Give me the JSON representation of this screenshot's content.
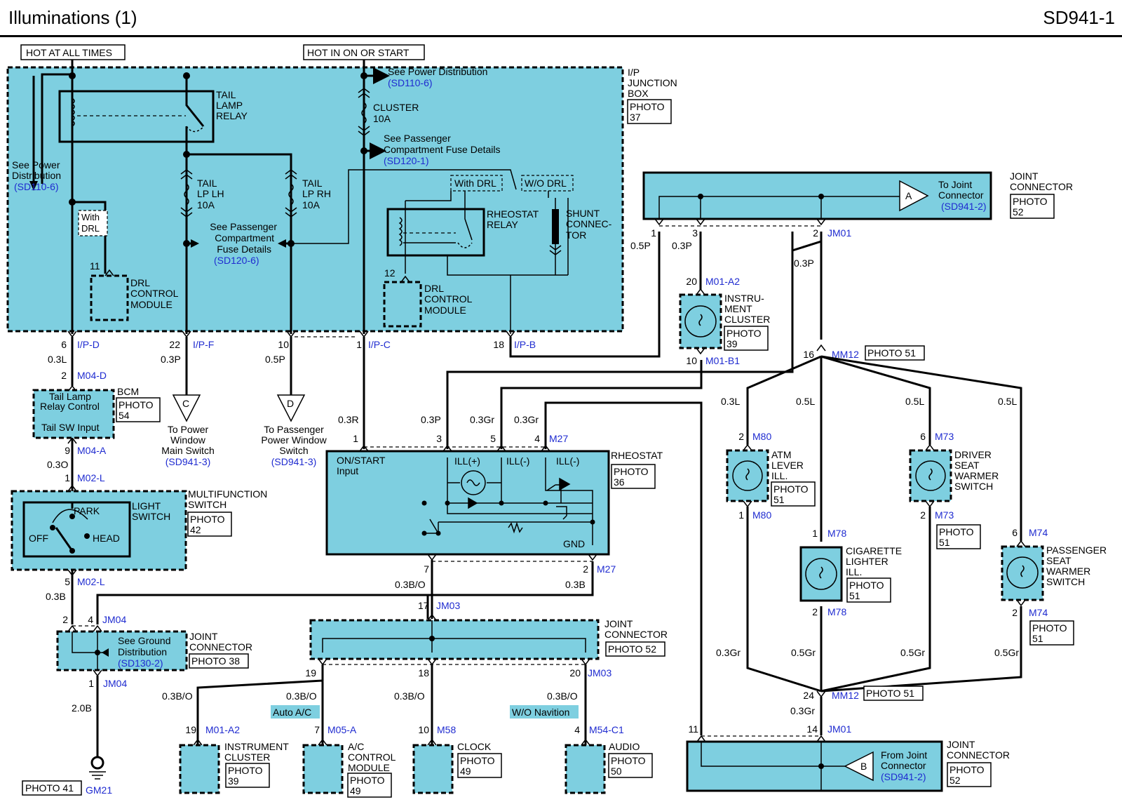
{
  "header": {
    "title": "Illuminations (1)",
    "code": "SD941-1"
  },
  "tags": {
    "hot_all": "HOT AT ALL TIMES",
    "hot_on": "HOT IN ON OR START"
  },
  "ipjb": {
    "title": [
      "I/P",
      "JUNCTION",
      "BOX"
    ],
    "photo": [
      "PHOTO",
      "37"
    ],
    "tail_relay": [
      "TAIL",
      "LAMP",
      "RELAY"
    ],
    "see_power_left": [
      "See Power",
      "Distribution"
    ],
    "see_power_left_ref": "(SD110-6)",
    "see_power_top": "See Power Distribution",
    "see_power_top_ref": "(SD110-6)",
    "cluster_fuse": [
      "CLUSTER",
      "10A"
    ],
    "see_pass_top": [
      "See Passenger",
      "Compartment Fuse Details"
    ],
    "see_pass_top_ref": "(SD120-1)",
    "tail_lh": [
      "TAIL",
      "LP LH",
      "10A"
    ],
    "tail_rh": [
      "TAIL",
      "LP RH",
      "10A"
    ],
    "see_pass_mid": [
      "See Passenger",
      "Compartment",
      "Fuse Details"
    ],
    "see_pass_mid_ref": "(SD120-6)",
    "with_drl": "With DRL",
    "wo_drl": "W/O DRL",
    "with_drl_small": [
      "With",
      "DRL"
    ],
    "rheostat_relay": [
      "RHEOSTAT",
      "RELAY"
    ],
    "shunt": [
      "SHUNT",
      "CONNEC-",
      "TOR"
    ],
    "drl_module": [
      "DRL",
      "CONTROL",
      "MODULE"
    ],
    "pin11": "11",
    "pin12": "12"
  },
  "ipjb_pins": [
    {
      "pin": "6",
      "conn": "I/P-D",
      "wire": "0.3L"
    },
    {
      "pin": "22",
      "conn": "I/P-F",
      "wire": "0.3P"
    },
    {
      "pin": "10",
      "conn": "",
      "wire": "0.5P"
    },
    {
      "pin": "1",
      "conn": "I/P-C",
      "wire": "0.3R"
    },
    {
      "pin": "18",
      "conn": "I/P-B",
      "wire": ""
    }
  ],
  "bcm": {
    "pin_top": "2",
    "conn_top": "M04-D",
    "line1": "Tail Lamp",
    "line2": "Relay Control",
    "line3": "Tail SW Input",
    "label": "BCM",
    "photo": [
      "PHOTO",
      "54"
    ],
    "pin_bot": "9",
    "conn_bot": "M04-A",
    "wire_bot": "0.3O"
  },
  "to_power_window": {
    "letter": "C",
    "text": [
      "To Power",
      "Window",
      "Main Switch"
    ],
    "ref": "(SD941-3)"
  },
  "to_pass_window": {
    "letter": "D",
    "text": [
      "To Passenger",
      "Power Window",
      "Switch"
    ],
    "ref": "(SD941-3)"
  },
  "multifunction": {
    "pin_top": "1",
    "conn_top": "M02-L",
    "label": [
      "MULTIFUNCTION",
      "SWITCH"
    ],
    "photo": [
      "PHOTO",
      "42"
    ],
    "light": [
      "LIGHT",
      "SWITCH"
    ],
    "park": "PARK",
    "off": "OFF",
    "head": "HEAD",
    "pin_bot": "5",
    "conn_bot": "M02-L",
    "wire_bot": "0.3B"
  },
  "jm04": {
    "pin_a": "2",
    "pin_b": "4",
    "conn": "JM04",
    "text": [
      "See Ground",
      "Distribution"
    ],
    "ref": "(SD130-2)",
    "label": [
      "JOINT",
      "CONNECTOR"
    ],
    "photo": "PHOTO 38",
    "pin_bot": "1",
    "conn_bot": "JM04",
    "wire_bot": "2.0B",
    "ground_photo": "PHOTO 41",
    "ground": "GM21"
  },
  "rheostat": {
    "pins": [
      "1",
      "3",
      "5",
      "4"
    ],
    "conn": "M27",
    "wires": [
      "0.3P",
      "0.3Gr",
      "0.3Gr"
    ],
    "input": [
      "ON/START",
      "Input"
    ],
    "ill_plus": "ILL(+)",
    "ill_minus1": "ILL(-)",
    "ill_minus2": "ILL(-)",
    "gnd": "GND",
    "label": "RHEOSTAT",
    "photo": [
      "PHOTO",
      "36"
    ],
    "pin_b7": "7",
    "pin_b2": "2",
    "conn_b": "M27",
    "wire_b7": "0.3B/O",
    "wire_b2": "0.3B"
  },
  "jm03": {
    "pin_top": "17",
    "conn": "JM03",
    "label": [
      "JOINT",
      "CONNECTOR"
    ],
    "photo": "PHOTO 52",
    "pins": [
      "19",
      "18",
      "20"
    ],
    "conn_b": "JM03",
    "wires": [
      "0.3B/O",
      "0.3B/O",
      "0.3B/O",
      "0.3B/O"
    ],
    "auto_ac": "Auto A/C",
    "wo_nav": "W/O Navition"
  },
  "bottom_modules": [
    {
      "pin": "19",
      "conn": "M01-A2",
      "label": [
        "INSTRUMENT",
        "CLUSTER"
      ],
      "photo": [
        "PHOTO",
        "39"
      ]
    },
    {
      "pin": "7",
      "conn": "M05-A",
      "label": [
        "A/C",
        "CONTROL",
        "MODULE"
      ],
      "photo": [
        "PHOTO",
        "49"
      ]
    },
    {
      "pin": "10",
      "conn": "M58",
      "label": [
        "CLOCK"
      ],
      "photo": [
        "PHOTO",
        "49"
      ]
    },
    {
      "pin": "4",
      "conn": "M54-C1",
      "label": [
        "AUDIO"
      ],
      "photo": [
        "PHOTO",
        "50"
      ]
    }
  ],
  "jm01_top": {
    "letter": "A",
    "text": [
      "To Joint",
      "Connector"
    ],
    "ref": "(SD941-2)",
    "label": [
      "JOINT",
      "CONNECTOR"
    ],
    "photo": [
      "PHOTO",
      "52"
    ],
    "pins": [
      "1",
      "3",
      "2"
    ],
    "conn": "JM01",
    "wires": [
      "0.5P",
      "0.3P",
      "0.3P"
    ]
  },
  "instrument": {
    "pin_top": "20",
    "conn_top": "M01-A2",
    "label": [
      "INSTRU-",
      "MENT",
      "CLUSTER"
    ],
    "photo": [
      "PHOTO",
      "39"
    ],
    "pin_bot": "10",
    "conn_bot": "M01-B1"
  },
  "mm12_top": {
    "pin": "16",
    "conn": "MM12",
    "photo": "PHOTO 51",
    "wires": [
      "0.3L",
      "0.5L",
      "0.5L",
      "0.5L"
    ]
  },
  "m80": {
    "pin_top": "2",
    "conn": "M80",
    "label": [
      "ATM",
      "LEVER",
      "ILL."
    ],
    "photo": [
      "PHOTO",
      "51"
    ],
    "pin_bot": "1",
    "conn_bot": "M80"
  },
  "m78": {
    "pin_top": "1",
    "conn": "M78",
    "label": [
      "CIGARETTE",
      "LIGHTER",
      "ILL."
    ],
    "photo": [
      "PHOTO",
      "51"
    ],
    "pin_bot": "2",
    "conn_bot": "M78"
  },
  "m73": {
    "pin_top": "6",
    "conn": "M73",
    "label": [
      "DRIVER",
      "SEAT",
      "WARMER",
      "SWITCH"
    ],
    "photo": [
      "PHOTO",
      "51"
    ],
    "pin_bot": "2",
    "conn_bot": "M73"
  },
  "m74": {
    "pin_top": "6",
    "conn": "M74",
    "label": [
      "PASSENGER",
      "SEAT",
      "WARMER",
      "SWITCH"
    ],
    "photo": [
      "PHOTO",
      "51"
    ],
    "pin_bot": "2",
    "conn_bot": "M74"
  },
  "mm12_bot": {
    "pin": "24",
    "conn": "MM12",
    "photo": "PHOTO 51",
    "wires": [
      "0.3Gr",
      "0.5Gr",
      "0.5Gr",
      "0.5Gr"
    ],
    "wire_bot": "0.3Gr"
  },
  "jm01_bot": {
    "pins": [
      "11",
      "14"
    ],
    "conn": "JM01",
    "letter": "B",
    "text": [
      "From Joint",
      "Connector"
    ],
    "ref": "(SD941-2)",
    "label": [
      "JOINT",
      "CONNECTOR"
    ],
    "photo": [
      "PHOTO",
      "52"
    ]
  }
}
